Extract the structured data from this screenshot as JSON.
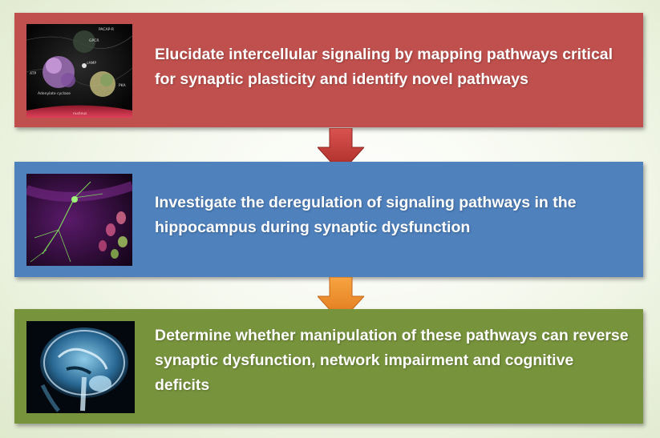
{
  "steps": [
    {
      "text": "Elucidate intercellular signaling by mapping pathways critical for synaptic plasticity and identify novel pathways",
      "color": "#c0504d",
      "image": "signaling-pathway-structure-image",
      "image_labels": [
        "PACAP-R",
        "GPCR",
        "cAMP",
        "ATP",
        "PKA",
        "Adenylate cyclase",
        "nucleus"
      ]
    },
    {
      "text": "Investigate the deregulation of signaling pathways in the hippocampus during synaptic dysfunction",
      "color": "#4f81bd",
      "image": "hippocampal-neuron-fluorescence-image"
    },
    {
      "text": "Determine whether manipulation of these pathways can reverse synaptic dysfunction, network impairment and cognitive deficits",
      "color": "#77933c",
      "image": "brain-mri-sagittal-image"
    }
  ],
  "arrows": [
    {
      "color": "#c0392b",
      "icon": "down-arrow-icon"
    },
    {
      "color": "#f39020",
      "icon": "down-arrow-icon"
    }
  ]
}
